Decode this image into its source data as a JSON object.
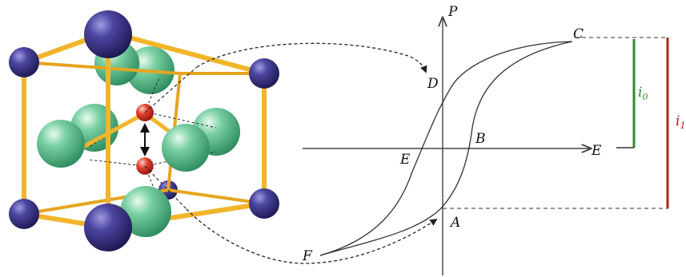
{
  "hysteresis": {
    "axis_p_label": "P",
    "axis_e_label": "E",
    "points": {
      "A": "A",
      "B": "B",
      "C": "C",
      "D": "D",
      "E": "E",
      "F": "F"
    },
    "i0": {
      "main": "i",
      "sub": "0"
    },
    "i1": {
      "main": "i",
      "sub": "1"
    }
  },
  "colors": {
    "rod": "#f1b52c",
    "rod_dark": "#c4860d",
    "corner_atom": "#3a3580",
    "green_atom": "#5fbf8f",
    "center_atom": "#d9392b",
    "i0_bar": "#2f8a2b",
    "i1_bar": "#b32319",
    "line": "#333333"
  }
}
